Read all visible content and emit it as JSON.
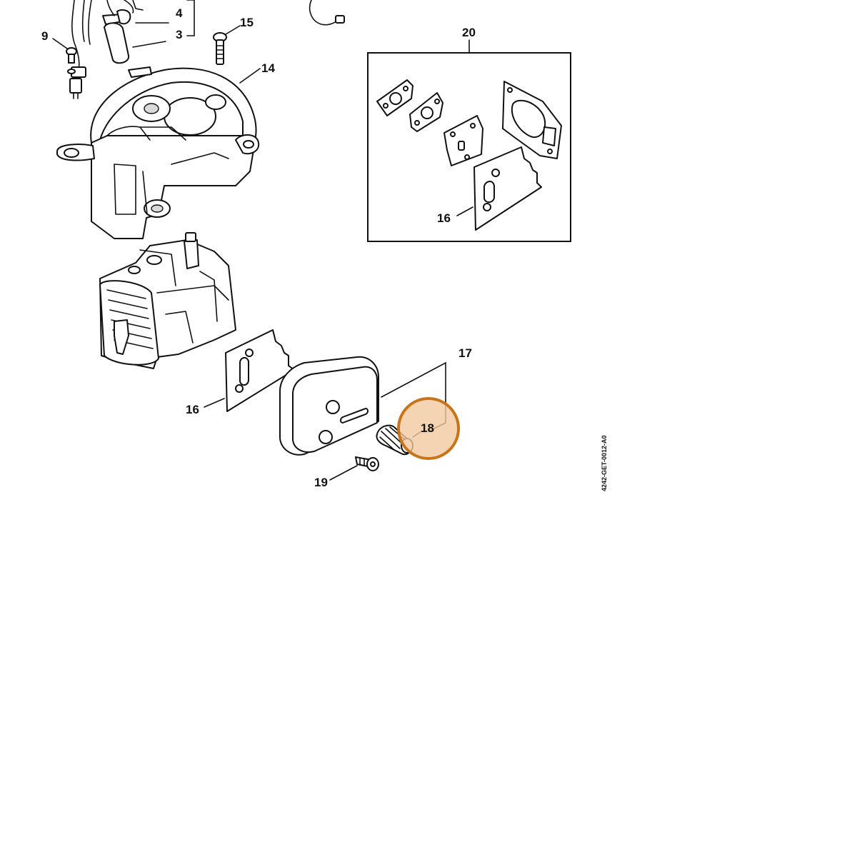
{
  "diagram": {
    "drawing_code": "4242-GET-0012-A0",
    "callouts": {
      "c3": "3",
      "c4": "4",
      "c9": "9",
      "c14": "14",
      "c15": "15",
      "c16_main": "16",
      "c16_kit": "16",
      "c17": "17",
      "c18": "18",
      "c19": "19",
      "c20": "20"
    },
    "highlight": {
      "part": "18",
      "color": "#c8741a",
      "fill": "#f1c9a0"
    }
  }
}
